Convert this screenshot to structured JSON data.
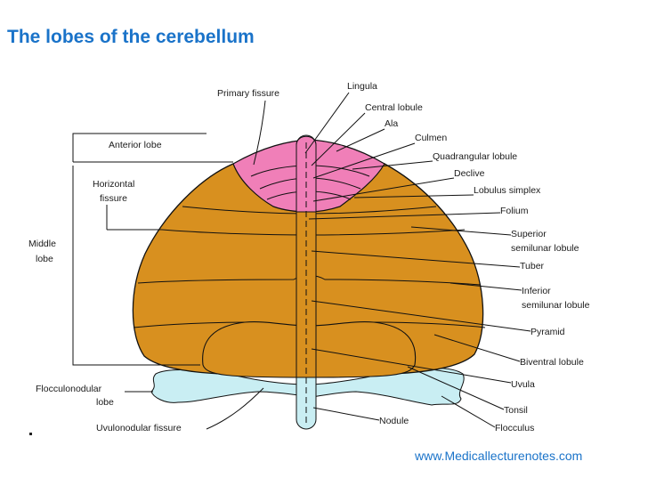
{
  "title": "The lobes of the cerebellum",
  "website": "www.Medicallecturenotes.com",
  "colors": {
    "title": "#1a73c9",
    "anterior_lobe": "#f07fb8",
    "middle_lobe": "#d8901f",
    "flocculonodular_lobe": "#c9eef3",
    "outline": "#111111"
  },
  "labels": {
    "primary_fissure": "Primary fissure",
    "anterior_lobe": "Anterior lobe",
    "horizontal_fissure_1": "Horizontal",
    "horizontal_fissure_2": "fissure",
    "middle_lobe_1": "Middle",
    "middle_lobe_2": "lobe",
    "flocculonodular_lobe_1": "Flocculonodular",
    "flocculonodular_lobe_2": "lobe",
    "uvulonodular_fissure": "Uvulonodular fissure",
    "lingula": "Lingula",
    "central_lobule": "Central lobule",
    "ala": "Ala",
    "culmen": "Culmen",
    "quadrangular_lobule": "Quadrangular lobule",
    "declive": "Declive",
    "lobulus_simplex": "Lobulus simplex",
    "folium": "Folium",
    "superior_semilunar_1": "Superior",
    "superior_semilunar_2": "semilunar lobule",
    "tuber": "Tuber",
    "inferior_semilunar_1": "Inferior",
    "inferior_semilunar_2": "semilunar lobule",
    "pyramid": "Pyramid",
    "biventral_lobule": "Biventral lobule",
    "uvula": "Uvula",
    "tonsil": "Tonsil",
    "flocculus": "Flocculus",
    "nodule": "Nodule"
  }
}
